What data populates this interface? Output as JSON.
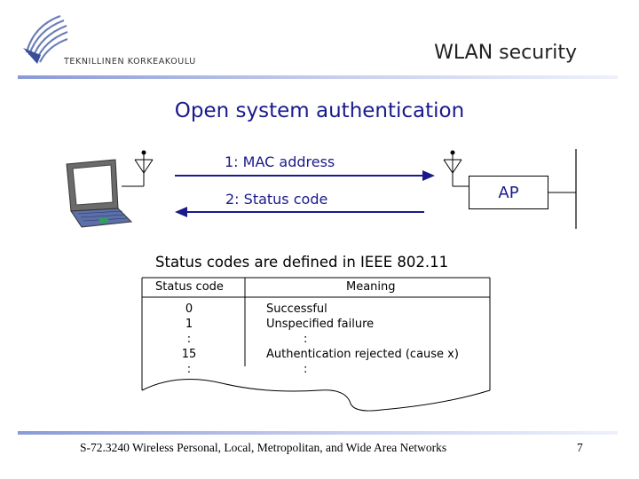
{
  "header": {
    "logo_text": "TEKNILLINEN KORKEAKOULU",
    "title": "WLAN security"
  },
  "slide": {
    "title": "Open system authentication"
  },
  "diagram": {
    "message1": "1: MAC address",
    "message2": "2: Status code",
    "ap_label": "AP"
  },
  "status_table": {
    "heading": "Status codes are defined in IEEE 802.11",
    "columns": [
      "Status code",
      "Meaning"
    ],
    "rows": [
      {
        "code": "0",
        "meaning": "Successful"
      },
      {
        "code": "1",
        "meaning": "Unspecified failure"
      },
      {
        "code": ":",
        "meaning": ":"
      },
      {
        "code": "15",
        "meaning": "Authentication rejected (cause x)"
      },
      {
        "code": ":",
        "meaning": ":"
      }
    ]
  },
  "footer": {
    "text": "S-72.3240 Wireless Personal, Local, Metropolitan, and Wide Area Networks",
    "page_number": "7"
  },
  "colors": {
    "title_blue": "#1a1a8c",
    "rule_blue": "#8a9ad8"
  }
}
